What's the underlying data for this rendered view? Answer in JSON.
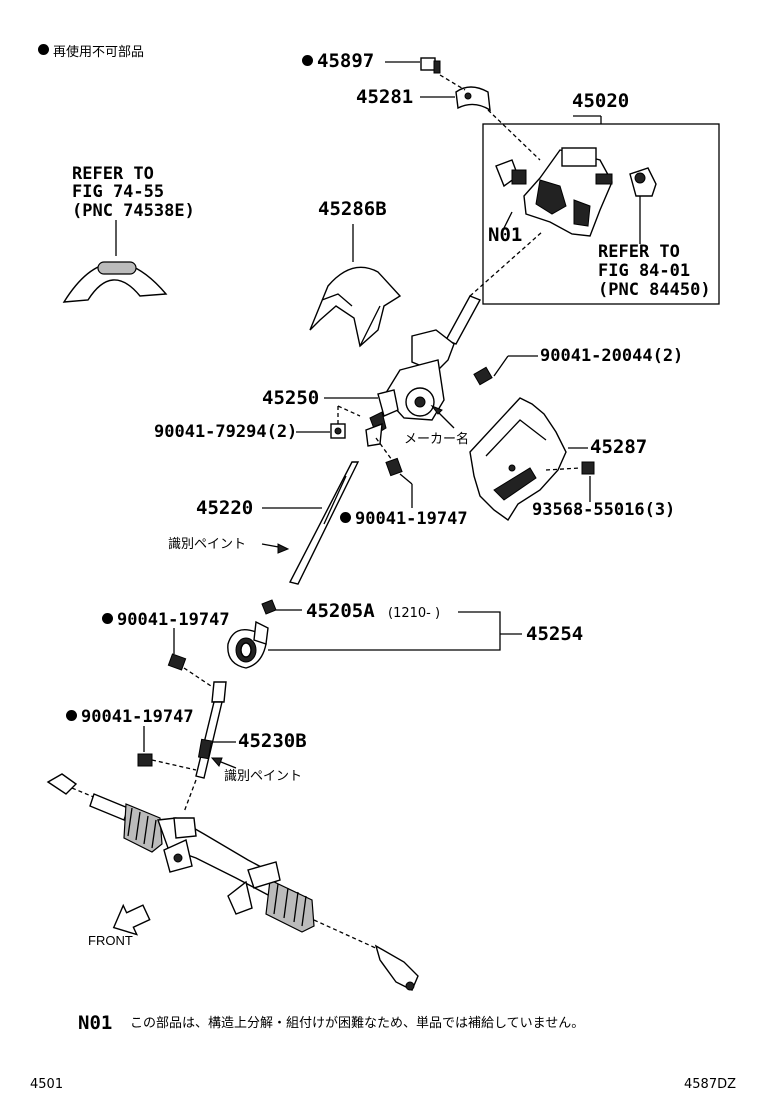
{
  "legend": {
    "text": "再使用不可部品"
  },
  "parts": {
    "p45897": "45897",
    "p45281": "45281",
    "p45020": "45020",
    "n01": "N01",
    "p45286b": "45286B",
    "p45250": "45250",
    "p90041_20044": "90041-20044(2)",
    "p90041_79294": "90041-79294(2)",
    "p45287": "45287",
    "p45220": "45220",
    "p90041_19747_a": "90041-19747",
    "p93568": "93568-55016(3)",
    "p45205a": "45205A",
    "p45205a_note": "(1210-   )",
    "p45254": "45254",
    "p90041_19747_b": "90041-19747",
    "p45230b": "45230B",
    "p90041_19747_c": "90041-19747"
  },
  "refer1": {
    "line1": "REFER TO",
    "line2": "FIG 74-55",
    "line3": "(PNC 74538E)"
  },
  "refer2": {
    "line1": "REFER TO",
    "line2": "FIG 84-01",
    "line3": "(PNC 84450)"
  },
  "annotations": {
    "maker_name": "メーカー名",
    "id_paint_1": "識別ペイント",
    "id_paint_2": "識別ペイント",
    "front": "FRONT"
  },
  "footnote": {
    "code": "N01",
    "text": "この部品は、構造上分解・組付けが困難なため、単品では補給していません。"
  },
  "footer": {
    "left": "4501",
    "right": "4587DZ"
  }
}
